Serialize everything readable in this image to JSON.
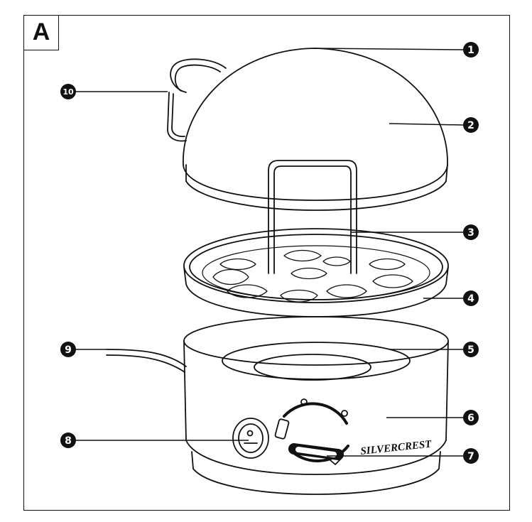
{
  "figure": {
    "label": "A",
    "brand": "SILVERCREST",
    "callouts": [
      {
        "id": "callout-1",
        "number": "1"
      },
      {
        "id": "callout-2",
        "number": "2"
      },
      {
        "id": "callout-3",
        "number": "3"
      },
      {
        "id": "callout-4",
        "number": "4"
      },
      {
        "id": "callout-5",
        "number": "5"
      },
      {
        "id": "callout-6",
        "number": "6"
      },
      {
        "id": "callout-7",
        "number": "7"
      },
      {
        "id": "callout-8",
        "number": "8"
      },
      {
        "id": "callout-9",
        "number": "9"
      },
      {
        "id": "callout-10",
        "number": "10"
      }
    ]
  }
}
